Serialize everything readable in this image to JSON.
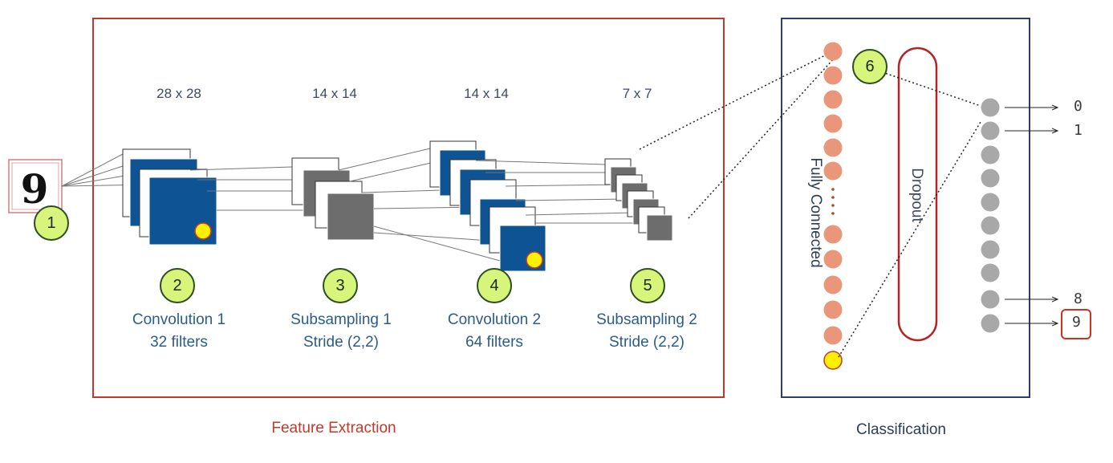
{
  "input": {
    "digit": "9"
  },
  "steps": [
    {
      "num": "1"
    },
    {
      "num": "2",
      "line1": "Convolution 1",
      "line2": "32 filters",
      "size": "28 x 28"
    },
    {
      "num": "3",
      "line1": "Subsampling 1",
      "line2": "Stride (2,2)",
      "size": "14 x 14"
    },
    {
      "num": "4",
      "line1": "Convolution 2",
      "line2": "64 filters",
      "size": "14 x 14"
    },
    {
      "num": "5",
      "line1": "Subsampling 2",
      "line2": "Stride (2,2)",
      "size": "7 x 7"
    },
    {
      "num": "6"
    }
  ],
  "fully_connected_label": "Fully Connected",
  "dropout_label": "Dropout",
  "outputs": [
    "0",
    "1",
    "8",
    "9"
  ],
  "sections": {
    "feature_extraction": "Feature Extraction",
    "classification": "Classification"
  },
  "colors": {
    "blue_map": "#0e5394",
    "gray_map": "#6d6d6d",
    "fc_node": "#e9967a",
    "out_node": "#a8a8a8",
    "highlight": "#ffef00",
    "red": "#c0392b",
    "navy": "#2b3f66"
  }
}
